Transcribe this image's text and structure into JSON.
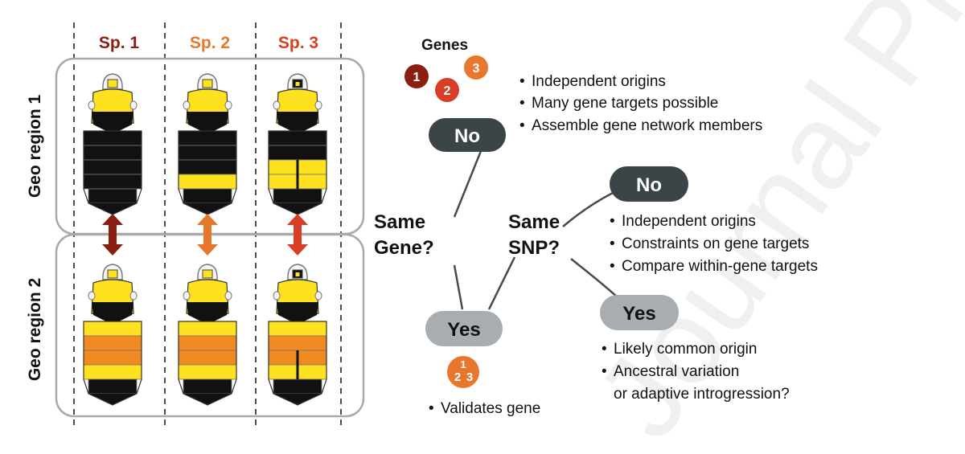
{
  "species": [
    {
      "label": "Sp. 1",
      "color": "#8a1f11"
    },
    {
      "label": "Sp. 2",
      "color": "#e8772e"
    },
    {
      "label": "Sp. 3",
      "color": "#d93d24"
    }
  ],
  "regions": {
    "region1": "Geo region 1",
    "region2": "Geo region 2"
  },
  "colors": {
    "yellow": "#ffe21f",
    "orange": "#f28a23",
    "black": "#111111",
    "pill_dark": "#3b4446",
    "pill_light": "#a7adb0",
    "panel_border": "#a9a9a9",
    "watermark": "#f0f0f0"
  },
  "genes": {
    "title": "Genes",
    "badges": [
      {
        "number": "1",
        "color": "#8a1f11"
      },
      {
        "number": "2",
        "color": "#e8772e"
      },
      {
        "number": "3",
        "color": "#d93d24"
      }
    ]
  },
  "tree": {
    "same_gene_line1": "Same",
    "same_gene_line2": "Gene?",
    "same_snp_line1": "Same",
    "same_snp_line2": "SNP?",
    "no_label": "No",
    "yes_label": "Yes"
  },
  "bullets": {
    "gene_no": [
      "Independent origins",
      "Many gene targets possible",
      "Assemble gene network members"
    ],
    "snp_no": [
      "Independent origins",
      "Constraints on gene targets",
      "Compare within-gene targets"
    ],
    "snp_yes": [
      "Likely common origin",
      "Ancestral variation",
      "or adaptive introgression?"
    ],
    "gene_yes": [
      "Validates gene"
    ]
  },
  "yes_badge": {
    "n1": "1",
    "n2": "2",
    "n3": "3"
  },
  "watermark": "Journal Pre-proof"
}
